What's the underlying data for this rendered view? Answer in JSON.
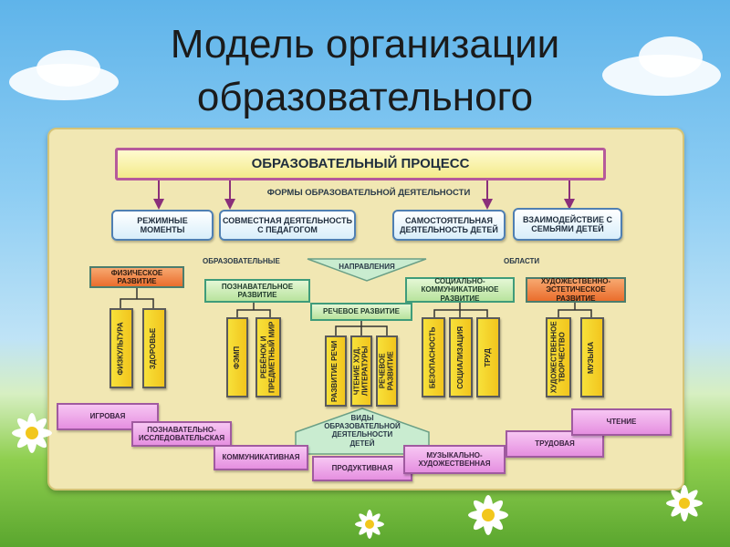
{
  "title": "Модель организации образовательного процесса.",
  "process": "ОБРАЗОВАТЕЛЬНЫЙ ПРОЦЕСС",
  "forms_heading": "ФОРМЫ ОБРАЗОВАТЕЛЬНОЙ ДЕЯТЕЛЬНОСТИ",
  "forms": [
    "РЕЖИМНЫЕ\nМОМЕНТЫ",
    "СОВМЕСТНАЯ ДЕЯТЕЛЬНОСТЬ\nС ПЕДАГОГОМ",
    "САМОСТОЯТЕЛЬНАЯ\nДЕЯТЕЛЬНОСТЬ ДЕТЕЙ",
    "ВЗАИМОДЕЙСТВИЕ С\nСЕМЬЯМИ ДЕТЕЙ"
  ],
  "label_left": "ОБРАЗОВАТЕЛЬНЫЕ",
  "label_right": "ОБЛАСТИ",
  "directions": "НАПРАВЛЕНИЯ",
  "areas": {
    "physical": "ФИЗИЧЕСКОЕ РАЗВИТИЕ",
    "cognitive": "ПОЗНАВАТЕЛЬНОЕ РАЗВИТИЕ",
    "speech": "РЕЧЕВОЕ РАЗВИТИЕ",
    "social": "СОЦИАЛЬНО-\nКОММУНИКАТИВНОЕ РАЗВИТИЕ",
    "artistic": "ХУДОЖЕСТВЕННО-\nЭСТЕТИЧЕСКОЕ РАЗВИТИЕ"
  },
  "subs": {
    "phys1": "ФИЗКУЛЬТУРА",
    "phys2": "ЗДОРОВЬЕ",
    "cog1": "ФЭМП",
    "cog2": "РЕБЁНОК И\nПРЕДМЕТНЫЙ МИР",
    "sp1": "РАЗВИТИЕ РЕЧИ",
    "sp2": "ЧТЕНИЕ ХУД.\nЛИТЕРАТУРЫ",
    "sp3": "РЕЧЕВОЕ\nРАЗВИТИЕ",
    "soc1": "БЕЗОПАСНОСТЬ",
    "soc2": "СОЦИАЛИЗАЦИЯ",
    "soc3": "ТРУД",
    "art1": "ХУДОЖЕСТВЕННОЕ\nТВОРЧЕСТВО",
    "art2": "МУЗЫКА"
  },
  "kinds": "ВИДЫ\nОБРАЗОВАТЕЛЬНОЙ\nДЕЯТЕЛЬНОСТИ\nДЕТЕЙ",
  "activities": {
    "play": "ИГРОВАЯ",
    "research": "ПОЗНАВАТЕЛЬНО-\nИССЛЕДОВАТЕЛЬСКАЯ",
    "communicative": "КОММУНИКАТИВНАЯ",
    "productive": "ПРОДУКТИВНАЯ",
    "music": "МУЗЫКАЛЬНО-\nХУДОЖЕСТВЕННАЯ",
    "labor": "ТРУДОВАЯ",
    "reading": "ЧТЕНИЕ"
  },
  "colors": {
    "process_border": "#b65a9b",
    "form_border": "#4f7fb2",
    "area_green": "#b8e39d",
    "area_orange": "#ea6d2c",
    "sub_yellow": "#f2c51d",
    "activity_pink": "#e58fe0",
    "connector_purple": "#8a2f7a"
  }
}
